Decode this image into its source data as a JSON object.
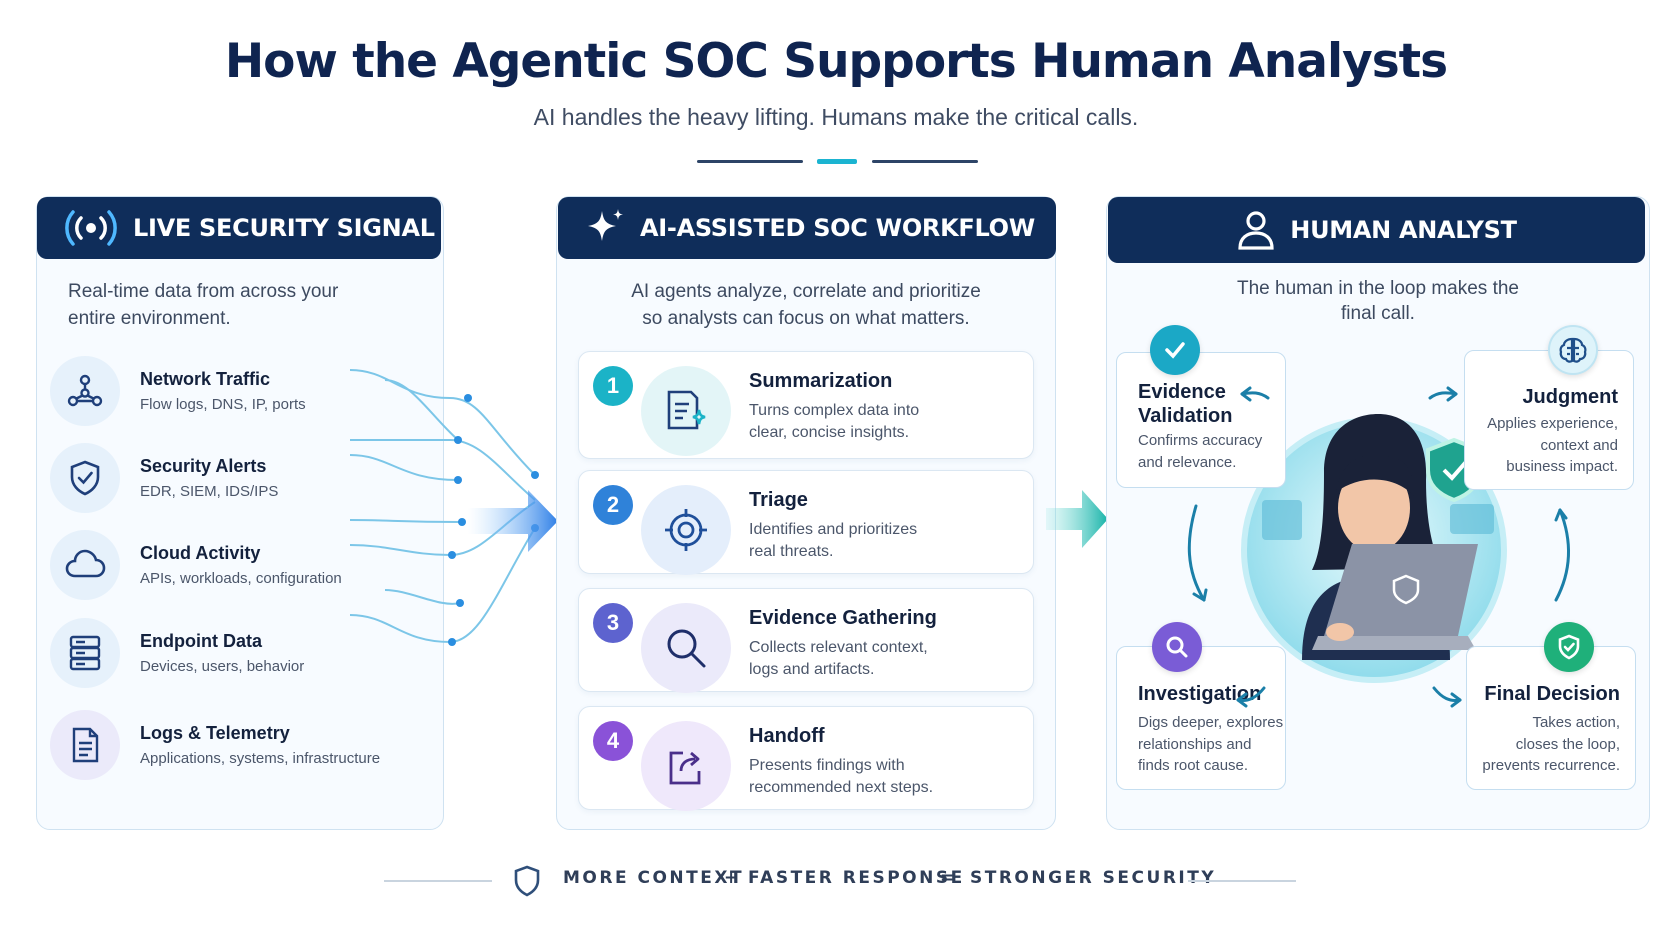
{
  "header": {
    "title": "How the Agentic SOC Supports Human  Analysts",
    "subtitle": "AI handles the heavy lifting. Humans make the critical calls."
  },
  "live_signal": {
    "heading": "LIVE SECURITY SIGNAL",
    "description_line1": "Real-time data from across your",
    "description_line2": "entire environment.",
    "items": [
      {
        "title": "Network Traffic",
        "subtitle": "Flow logs, DNS, IP, ports",
        "icon": "network-icon"
      },
      {
        "title": "Security Alerts",
        "subtitle": "EDR, SIEM, IDS/IPS",
        "icon": "shield-check-icon"
      },
      {
        "title": "Cloud Activity",
        "subtitle": "APIs, workloads, configuration",
        "icon": "cloud-icon"
      },
      {
        "title": "Endpoint Data",
        "subtitle": "Devices, users, behavior",
        "icon": "server-icon"
      },
      {
        "title": "Logs & Telemetry",
        "subtitle": "Applications, systems, infrastructure",
        "icon": "document-icon"
      }
    ]
  },
  "workflow": {
    "heading": "AI-ASSISTED SOC WORKFLOW",
    "description_line1": "AI agents analyze, correlate and prioritize",
    "description_line2": "so analysts can focus on what matters.",
    "steps": [
      {
        "num": "1",
        "title": "Summarization",
        "line1": "Turns complex data into",
        "line2": "clear, concise insights.",
        "color": "#1bb3c7",
        "icon": "summary-icon"
      },
      {
        "num": "2",
        "title": "Triage",
        "line1": "Identifies and prioritizes",
        "line2": "real threats.",
        "color": "#2f82d9",
        "icon": "target-icon"
      },
      {
        "num": "3",
        "title": "Evidence Gathering",
        "line1": "Collects relevant context,",
        "line2": "logs and artifacts.",
        "color": "#5d63cf",
        "icon": "magnifier-icon"
      },
      {
        "num": "4",
        "title": "Handoff",
        "line1": "Presents findings with",
        "line2": "recommended next steps.",
        "color": "#8a52d8",
        "icon": "handoff-icon"
      }
    ]
  },
  "analyst": {
    "heading": "HUMAN ANALYST",
    "description_line1": "The human in the loop makes the",
    "description_line2": "final call.",
    "cards": {
      "evidence": {
        "title1": "Evidence",
        "title2": "Validation",
        "line1": "Confirms accuracy",
        "line2": "and relevance."
      },
      "judgment": {
        "title": "Judgment",
        "line1": "Applies experience,",
        "line2": "context and",
        "line3": "business impact."
      },
      "investigation": {
        "title": "Investigation",
        "line1": "Digs deeper, explores",
        "line2": "relationships and",
        "line3": "finds root cause."
      },
      "decision": {
        "title": "Final Decision",
        "line1": "Takes action,",
        "line2": "closes the loop,",
        "line3": "prevents recurrence."
      }
    }
  },
  "footer": {
    "term1": "MORE CONTEXT",
    "op1": "+",
    "term2": "FASTER RESPONSE",
    "op2": "=",
    "term3": "STRONGER SECURITY"
  },
  "colors": {
    "navy": "#0f2d5a",
    "teal": "#1bb4d1",
    "accent_blue": "#2f82d9",
    "green": "#1fb07a",
    "purple": "#7a5cd6"
  }
}
